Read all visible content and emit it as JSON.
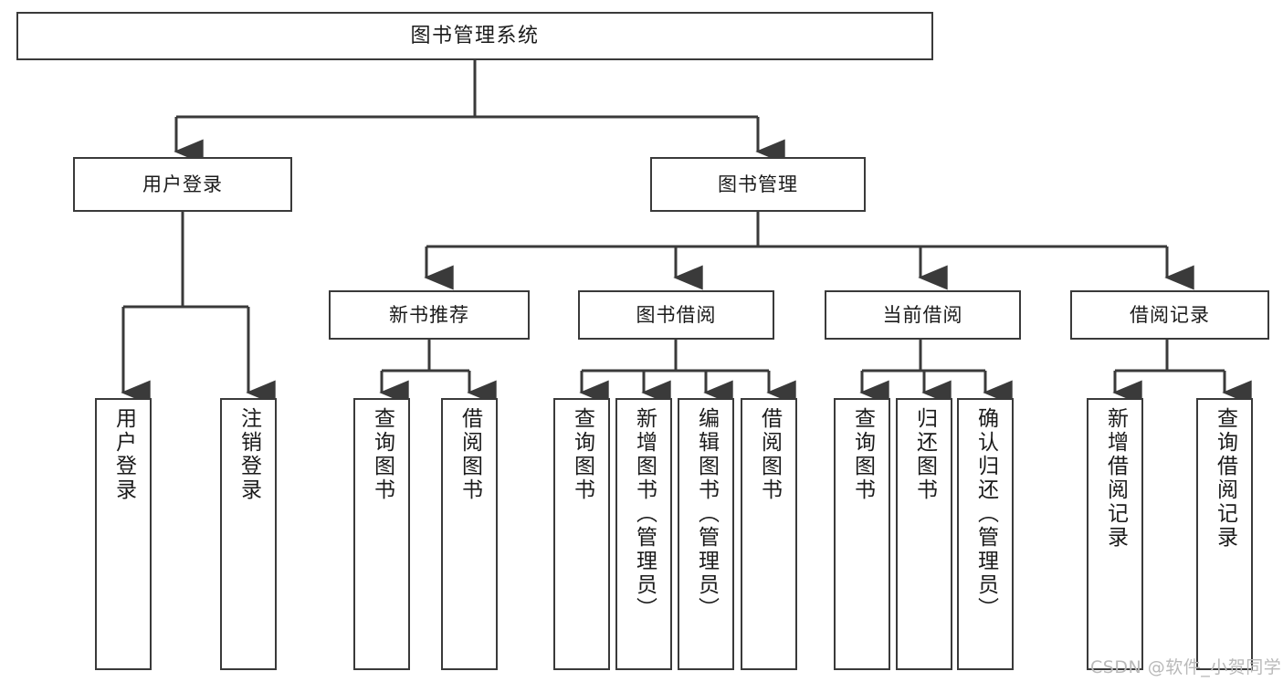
{
  "diagram": {
    "title": "图书管理系统",
    "type": "hierarchy-tree",
    "watermark": "CSDN @软件_小贺同学",
    "colors": {
      "stroke": "#3a3a3a",
      "fill": "#ffffff",
      "text": "#1b1b1b",
      "watermark": "#b9b9b9"
    },
    "nodes": {
      "root": {
        "label": "图书管理系统"
      },
      "level2": [
        {
          "label": "用户登录"
        },
        {
          "label": "图书管理"
        }
      ],
      "level3": [
        {
          "label": "新书推荐"
        },
        {
          "label": "图书借阅"
        },
        {
          "label": "当前借阅"
        },
        {
          "label": "借阅记录"
        }
      ],
      "leaves_user_login": [
        {
          "label": "用户登录"
        },
        {
          "label": "注销登录"
        }
      ],
      "leaves_new_book": [
        {
          "label": "查询图书"
        },
        {
          "label": "借阅图书"
        }
      ],
      "leaves_borrow": [
        {
          "label": "查询图书"
        },
        {
          "label": "新增图书（管理员）"
        },
        {
          "label": "编辑图书（管理员）"
        },
        {
          "label": "借阅图书"
        }
      ],
      "leaves_current": [
        {
          "label": "查询图书"
        },
        {
          "label": "归还图书"
        },
        {
          "label": "确认归还（管理员）"
        }
      ],
      "leaves_records": [
        {
          "label": "新增借阅记录"
        },
        {
          "label": "查询借阅记录"
        }
      ]
    }
  }
}
